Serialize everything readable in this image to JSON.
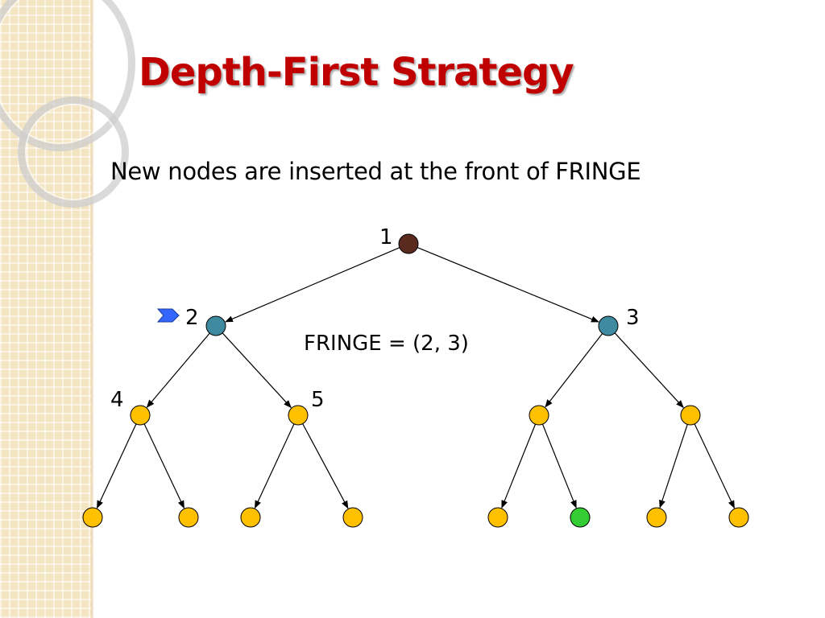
{
  "slide": {
    "title": "Depth-First Strategy",
    "subtitle": "New nodes are inserted at the front of FRINGE",
    "fringe": "FRINGE = (2, 3)"
  },
  "tree": {
    "node_labels": {
      "n1": "1",
      "n2": "2",
      "n3": "3",
      "n4": "4",
      "n5": "5"
    },
    "nodes": [
      {
        "id": "n1",
        "state": "expanded"
      },
      {
        "id": "n2",
        "state": "in-fringe",
        "parent": "n1"
      },
      {
        "id": "n3",
        "state": "in-fringe",
        "parent": "n1"
      },
      {
        "id": "n4",
        "state": "unexplored",
        "parent": "n2"
      },
      {
        "id": "n5",
        "state": "unexplored",
        "parent": "n2"
      },
      {
        "id": "n6",
        "state": "unexplored",
        "parent": "n3"
      },
      {
        "id": "n7",
        "state": "unexplored",
        "parent": "n3"
      },
      {
        "id": "n8",
        "state": "unexplored",
        "parent": "n4"
      },
      {
        "id": "n9",
        "state": "unexplored",
        "parent": "n4"
      },
      {
        "id": "n10",
        "state": "unexplored",
        "parent": "n5"
      },
      {
        "id": "n11",
        "state": "unexplored",
        "parent": "n5"
      },
      {
        "id": "n12",
        "state": "unexplored",
        "parent": "n6"
      },
      {
        "id": "n13",
        "state": "goal",
        "parent": "n6"
      },
      {
        "id": "n14",
        "state": "unexplored",
        "parent": "n7"
      },
      {
        "id": "n15",
        "state": "unexplored",
        "parent": "n7"
      }
    ],
    "current_marker": "n2"
  },
  "colors": {
    "title": "#c00000",
    "expanded": "#5a2a1e",
    "in-fringe": "#3f8aa0",
    "unexplored": "#ffc000",
    "goal": "#33cc33",
    "marker": "#3366ff",
    "edge": "#000000"
  }
}
